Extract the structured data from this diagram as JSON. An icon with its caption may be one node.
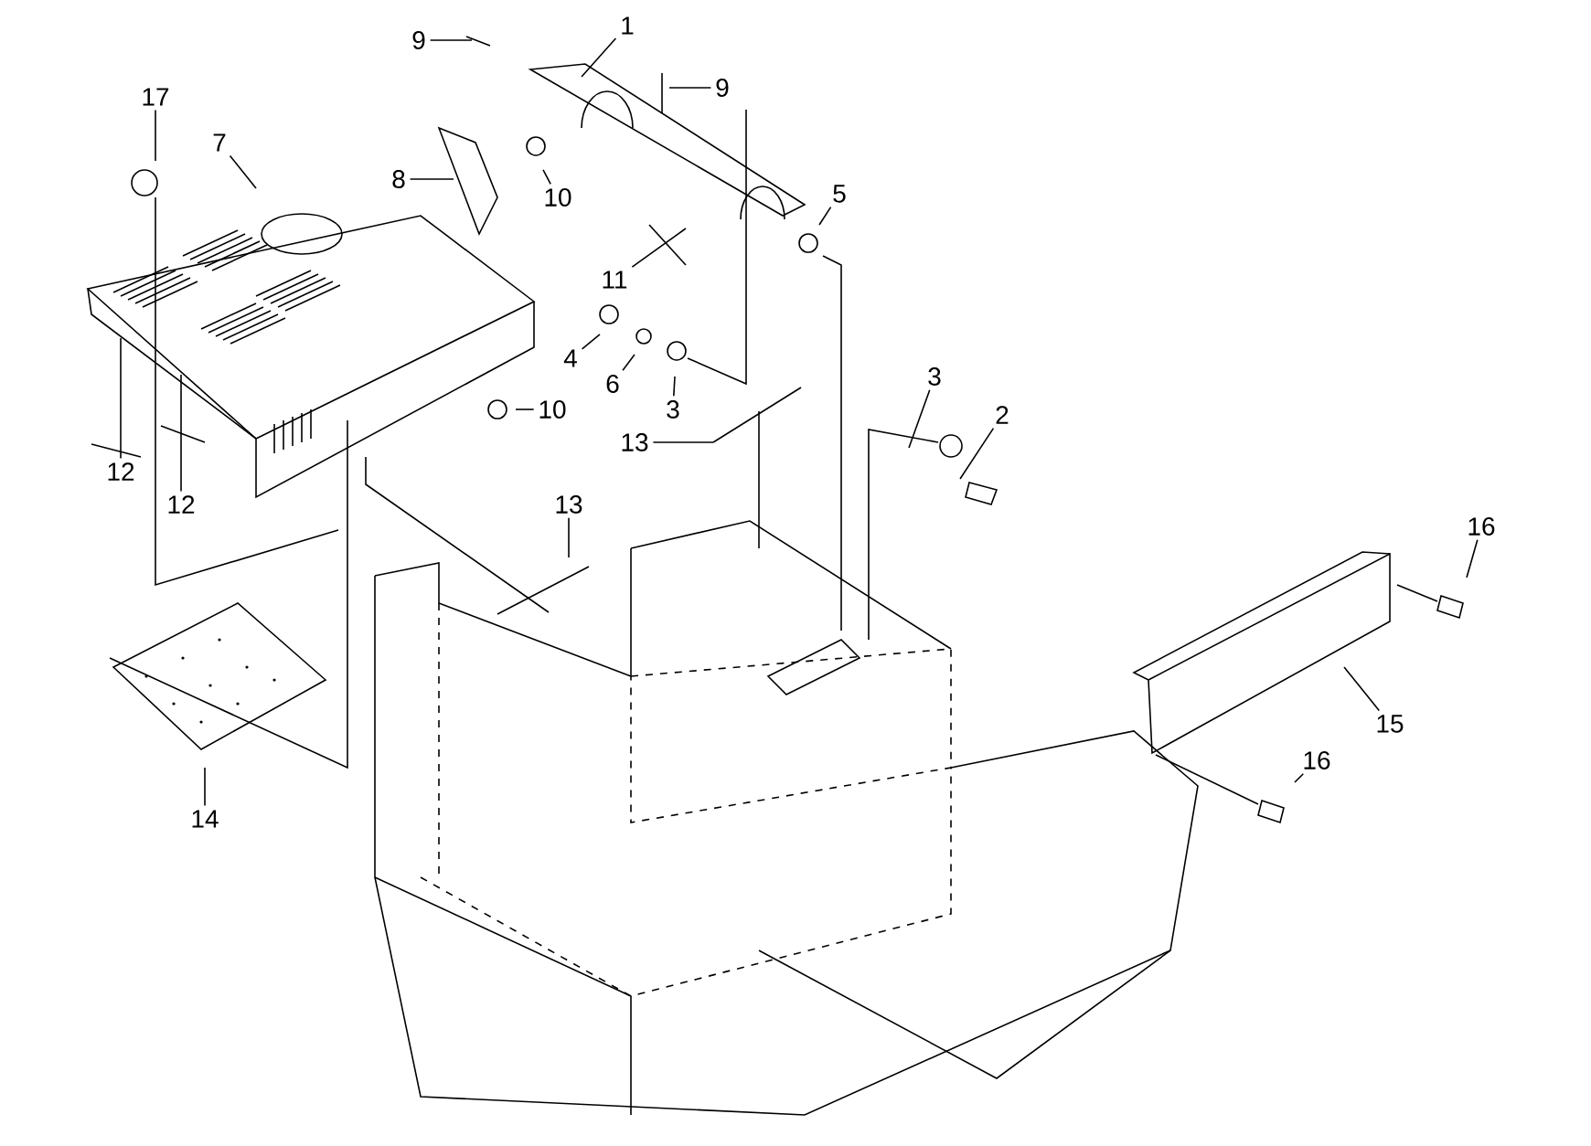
{
  "diagram": {
    "nodes": [
      {
        "text": [
          "1"
        ]
      },
      {
        "text": [
          "9"
        ]
      },
      {
        "text": [
          "9"
        ]
      },
      {
        "text": [
          "17"
        ]
      },
      {
        "text": [
          "7"
        ]
      },
      {
        "text": [
          "8"
        ]
      },
      {
        "text": [
          "10"
        ]
      },
      {
        "text": [
          "5"
        ]
      },
      {
        "text": [
          "11"
        ]
      },
      {
        "text": [
          "4"
        ]
      },
      {
        "text": [
          "6"
        ]
      },
      {
        "text": [
          "3"
        ]
      },
      {
        "text": [
          "10"
        ]
      },
      {
        "text": [
          "12"
        ]
      },
      {
        "text": [
          "13"
        ]
      },
      {
        "text": [
          "12"
        ]
      },
      {
        "text": [
          "3"
        ]
      },
      {
        "text": [
          "2"
        ]
      },
      {
        "text": [
          "13"
        ]
      },
      {
        "text": [
          "16"
        ]
      },
      {
        "text": [
          "15"
        ]
      },
      {
        "text": [
          "14"
        ]
      },
      {
        "text": [
          "16"
        ]
      }
    ],
    "edges": [
      {
        "from": 0,
        "to": null,
        "arrow": "none"
      },
      {
        "from": 1,
        "to": null,
        "arrow": "none"
      },
      {
        "from": 2,
        "to": null,
        "arrow": "none"
      },
      {
        "from": 3,
        "to": null,
        "arrow": "none"
      },
      {
        "from": 4,
        "to": null,
        "arrow": "none"
      },
      {
        "from": 5,
        "to": null,
        "arrow": "none"
      },
      {
        "from": 6,
        "to": null,
        "arrow": "none"
      },
      {
        "from": 7,
        "to": null,
        "arrow": "none"
      },
      {
        "from": 8,
        "to": null,
        "arrow": "none"
      },
      {
        "from": 9,
        "to": null,
        "arrow": "none"
      },
      {
        "from": 10,
        "to": null,
        "arrow": "none"
      },
      {
        "from": 11,
        "to": null,
        "arrow": "none"
      },
      {
        "from": 12,
        "to": null,
        "arrow": "none"
      },
      {
        "from": 13,
        "to": null,
        "arrow": "none"
      },
      {
        "from": 14,
        "to": null,
        "arrow": "none"
      },
      {
        "from": 15,
        "to": null,
        "arrow": "none"
      },
      {
        "from": 16,
        "to": null,
        "arrow": "none"
      },
      {
        "from": 17,
        "to": null,
        "arrow": "none"
      },
      {
        "from": 18,
        "to": null,
        "arrow": "none"
      },
      {
        "from": 19,
        "to": null,
        "arrow": "none"
      },
      {
        "from": 20,
        "to": null,
        "arrow": "none"
      },
      {
        "from": 21,
        "to": null,
        "arrow": "none"
      },
      {
        "from": 22,
        "to": null,
        "arrow": "none"
      }
    ]
  }
}
